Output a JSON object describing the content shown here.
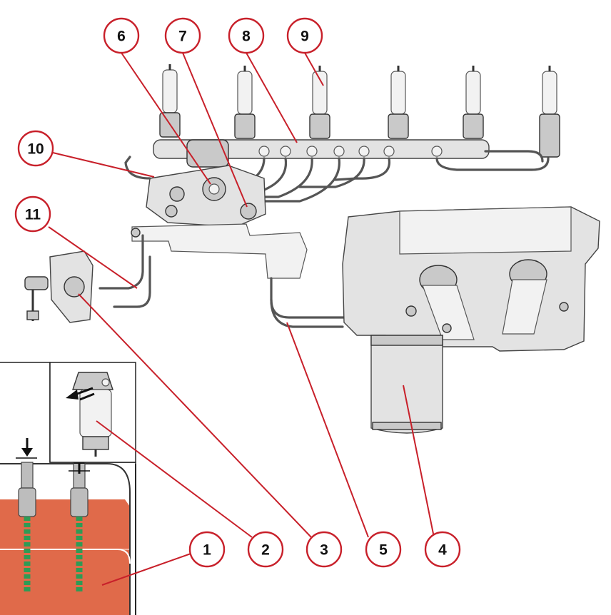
{
  "diagram": {
    "callouts": [
      {
        "id": "c1",
        "label": "1"
      },
      {
        "id": "c2",
        "label": "2"
      },
      {
        "id": "c3",
        "label": "3"
      },
      {
        "id": "c5",
        "label": "5"
      },
      {
        "id": "c4",
        "label": "4"
      },
      {
        "id": "c6",
        "label": "6"
      },
      {
        "id": "c7",
        "label": "7"
      },
      {
        "id": "c8",
        "label": "8"
      },
      {
        "id": "c9",
        "label": "9"
      },
      {
        "id": "c10",
        "label": "10"
      },
      {
        "id": "c11",
        "label": "11"
      }
    ],
    "colors": {
      "callout_ring": "#c8202a",
      "fuel_tank": "#e06a4a",
      "fuel_tank_shade": "#cf5a3c",
      "hose": "#2e9b55",
      "component_fill": "#e3e3e3"
    },
    "icons": {
      "flow_down": "down-arrow-icon",
      "flow_up": "up-arrow-icon",
      "filter_flow": "double-arrow-icon"
    }
  }
}
